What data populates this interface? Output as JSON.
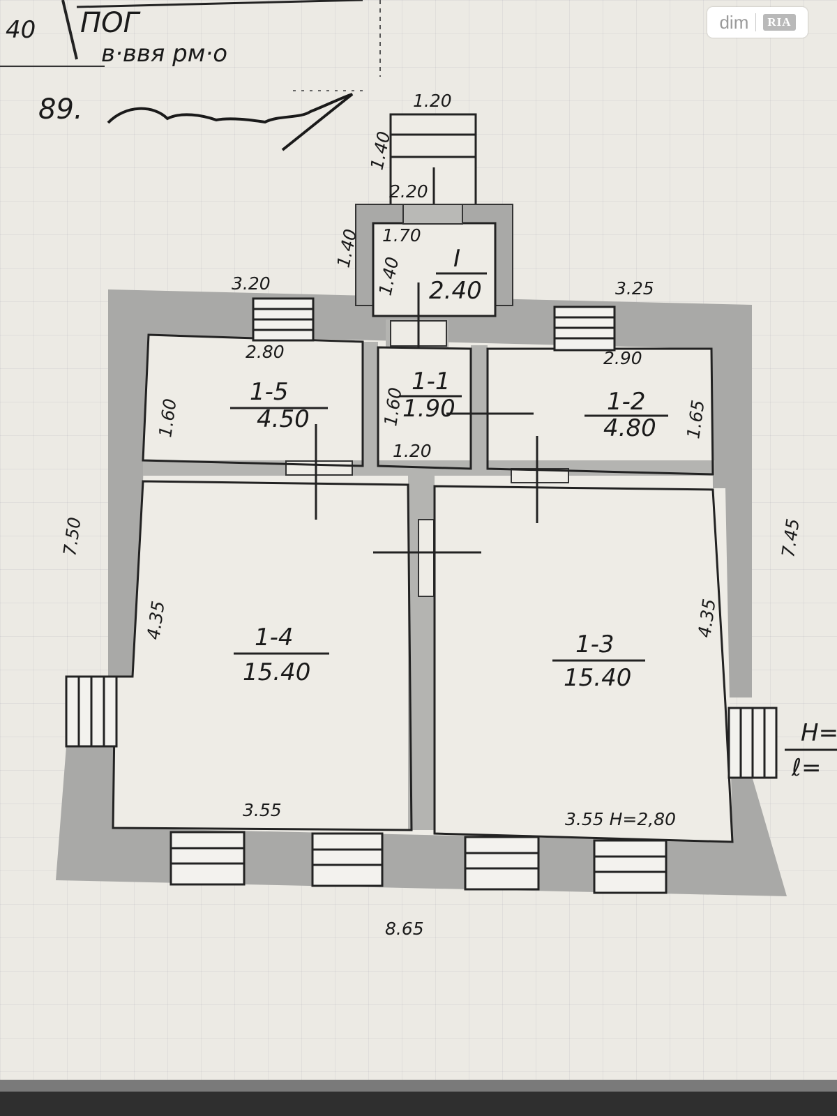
{
  "header_scrawl": {
    "top": "ПОГ",
    "num_left": "40",
    "line2": "в·ввя рм·о",
    "line3": "89."
  },
  "watermark": {
    "brand": "dim",
    "badge": "RIA"
  },
  "dims": {
    "porch_w": "1.20",
    "porch_h": "1.40",
    "porch_inner_w": "2.20",
    "vest_outer_h": "1.40",
    "vest_inner_w": "1.70",
    "vest_inner_h": "1.40",
    "top_left": "3.20",
    "top_right": "3.25",
    "r15_w": "2.80",
    "r15_h": "1.60",
    "r11_h": "1.60",
    "r11_w": "1.20",
    "r12_w": "2.90",
    "r12_h": "1.65",
    "left_total": "7.50",
    "right_total": "7.45",
    "r14_h": "4.35",
    "r13_h": "4.35",
    "r14_w": "3.55",
    "r13_w": "3.55 H=2,80",
    "bottom_total": "8.65"
  },
  "rooms": {
    "vestibule": {
      "id": "I",
      "area": "2.40"
    },
    "r1_1": {
      "id": "1-1",
      "area": "1.90"
    },
    "r1_2": {
      "id": "1-2",
      "area": "4.80"
    },
    "r1_3": {
      "id": "1-3",
      "area": "15.40"
    },
    "r1_4": {
      "id": "1-4",
      "area": "15.40"
    },
    "r1_5": {
      "id": "1-5",
      "area": "4.50"
    }
  },
  "side_note": {
    "h": "H=",
    "l": "ℓ="
  }
}
